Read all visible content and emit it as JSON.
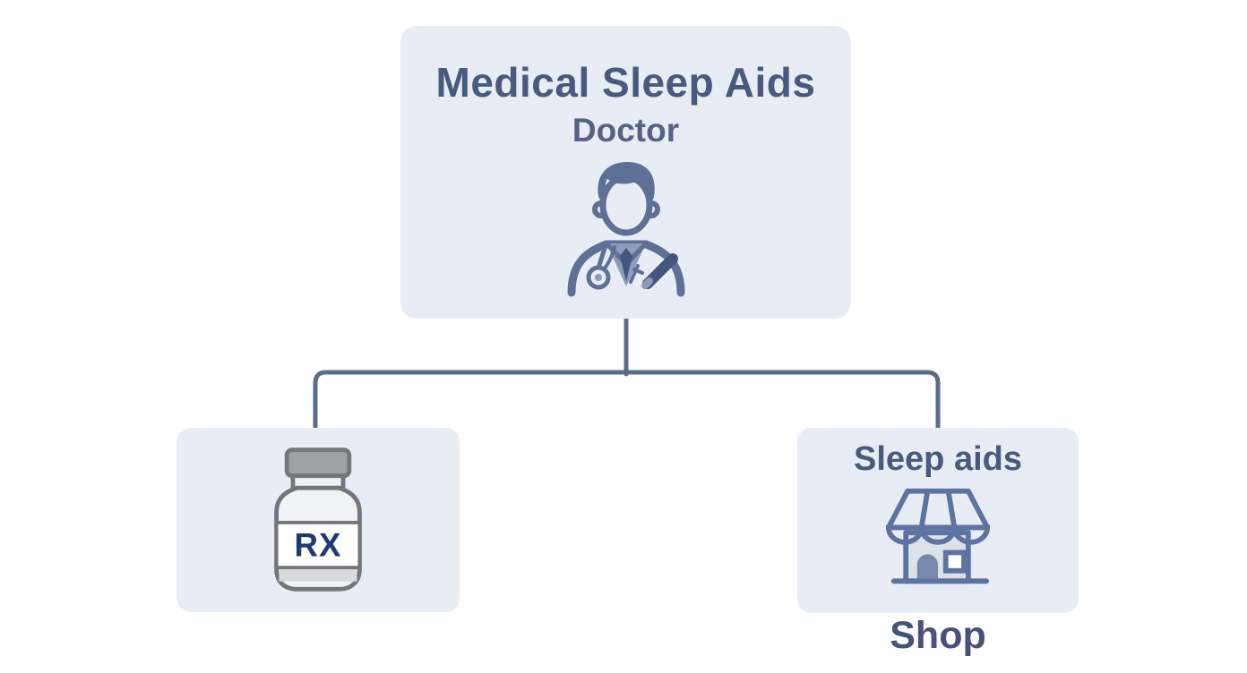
{
  "colors": {
    "box_bg": "#e8ecf4",
    "connector": "#5b6d86",
    "title_text": "#4a597e",
    "subtitle_text": "#566283",
    "caption_text": "#47527a",
    "rx_text": "#1e3a6e",
    "icon_primary": "#5d73a2",
    "icon_secondary": "#8d9cbb",
    "icon_dark": "#45567e",
    "bottle_outline": "#75767c",
    "bottle_cap": "#9fa1a8",
    "bottle_body": "#f1f2f5",
    "bottle_band": "#d9dade",
    "label_white": "#ffffff"
  },
  "diagram": {
    "root": {
      "title": "Medical Sleep Aids",
      "subtitle": "Doctor",
      "icon": "doctor-icon"
    },
    "children": [
      {
        "name": "prescription",
        "icon": "rx-bottle-icon",
        "icon_label": "RX"
      },
      {
        "name": "shop",
        "title": "Sleep aids",
        "icon": "shop-icon",
        "caption": "Shop"
      }
    ]
  }
}
